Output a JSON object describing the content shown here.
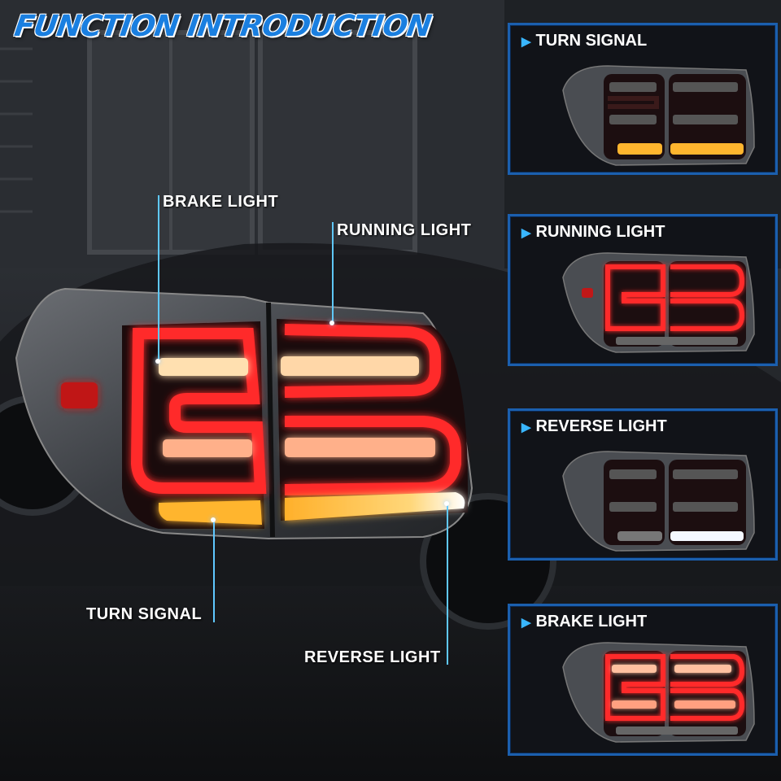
{
  "title": "FUNCTION INTRODUCTION",
  "callouts": {
    "brake": "BRAKE LIGHT",
    "running": "RUNNING LIGHT",
    "turn": "TURN SIGNAL",
    "reverse": "REVERSE LIGHT"
  },
  "panels": [
    {
      "label": "TURN SIGNAL",
      "mode": "turn"
    },
    {
      "label": "RUNNING LIGHT",
      "mode": "running"
    },
    {
      "label": "REVERSE LIGHT",
      "mode": "reverse"
    },
    {
      "label": "BRAKE LIGHT",
      "mode": "brake"
    }
  ],
  "colors": {
    "accent": "#1a7fe0",
    "panel_border": "#1b5fae",
    "red_glow": "#ff2a2a",
    "amber": "#ffb52e",
    "white": "#f4f8ff"
  }
}
